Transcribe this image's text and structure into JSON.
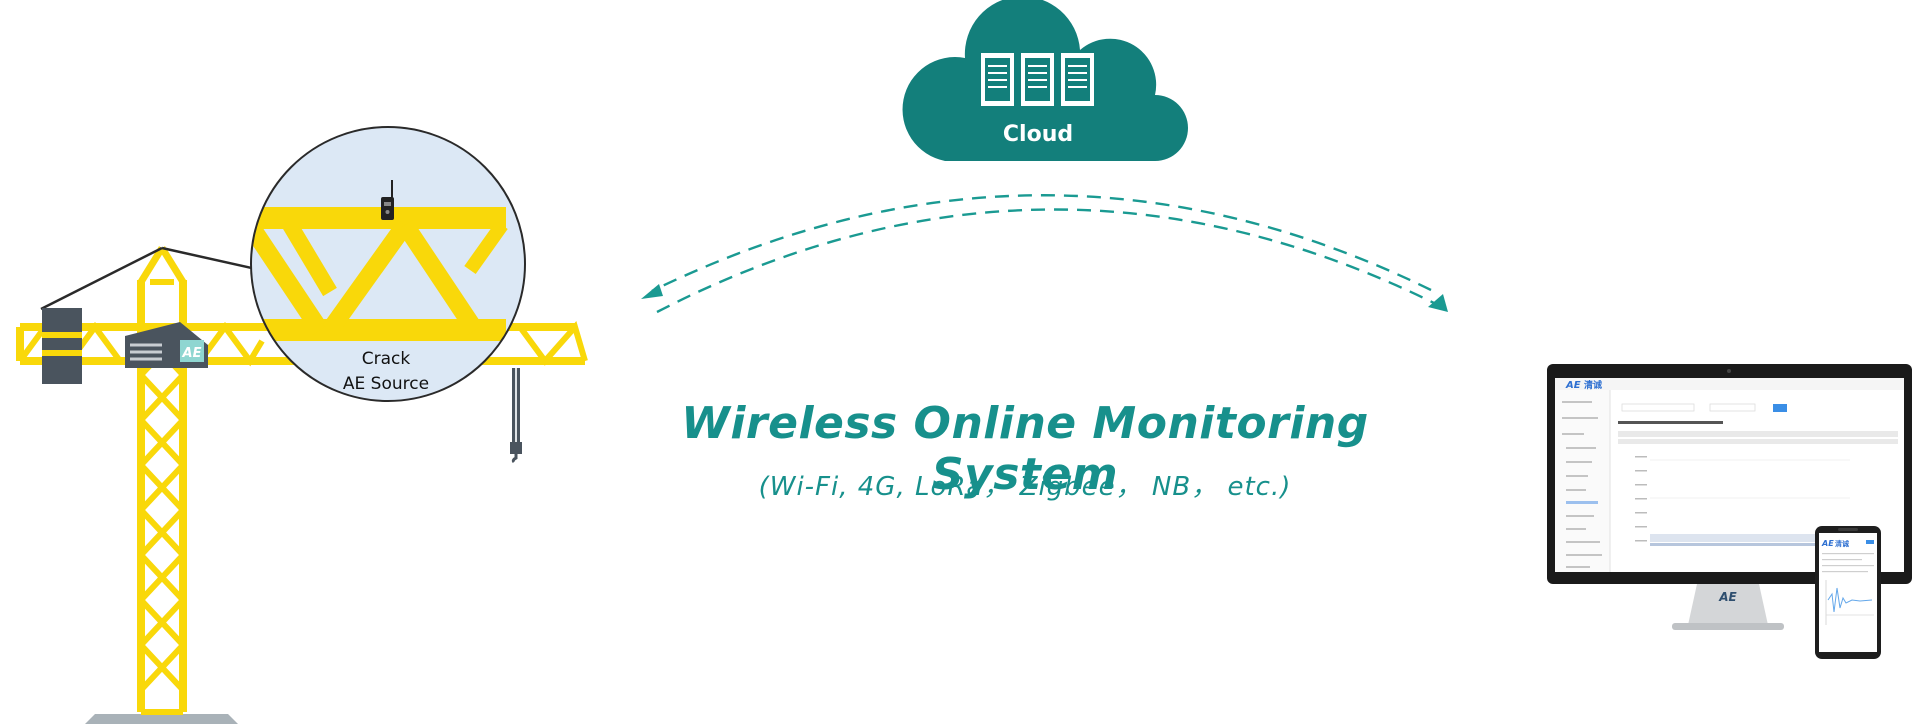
{
  "cloud": {
    "label": "Cloud"
  },
  "zoom": {
    "line1": "Crack",
    "line2": "AE Source"
  },
  "system": {
    "title": "Wireless Online Monitoring System",
    "subtitle": "(Wi-Fi, 4G, LoRa， Zigbee， NB，  etc.)"
  },
  "devices": {
    "brand_mark": "AE",
    "brand_text": "清诚"
  },
  "colors": {
    "teal": "#137f7b",
    "arrow_teal": "#1a9a92",
    "crane_yellow": "#f9d80a",
    "dark_gray": "#4a545e",
    "zoom_fill": "#dce8f5"
  }
}
